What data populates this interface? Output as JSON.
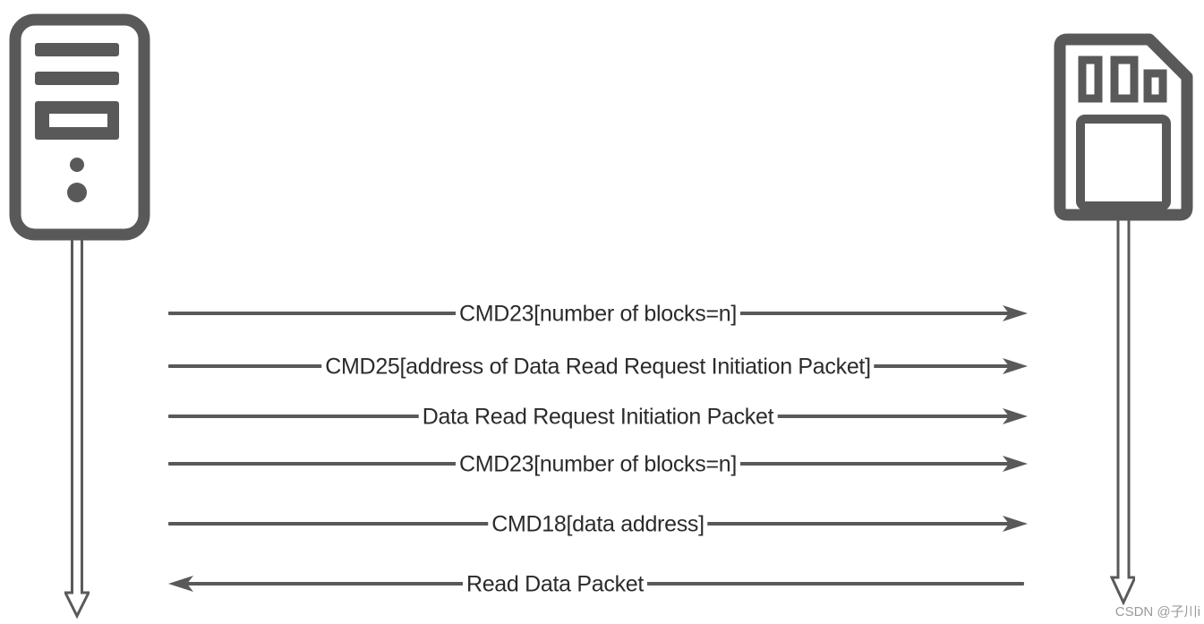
{
  "diagram": {
    "type": "sequence-diagram",
    "actors": [
      {
        "id": "host",
        "icon": "computer-tower-icon",
        "side": "left"
      },
      {
        "id": "sd-card",
        "icon": "sd-card-icon",
        "side": "right"
      }
    ],
    "messages": [
      {
        "label": "CMD23[number of blocks=n]",
        "direction": "left-to-right"
      },
      {
        "label": "CMD25[address of Data Read Request Initiation Packet]",
        "direction": "left-to-right"
      },
      {
        "label": "Data Read Request Initiation Packet",
        "direction": "left-to-right"
      },
      {
        "label": "CMD23[number of blocks=n]",
        "direction": "left-to-right"
      },
      {
        "label": "CMD18[data address]",
        "direction": "left-to-right"
      },
      {
        "label": "Read Data Packet",
        "direction": "right-to-left"
      }
    ],
    "watermark": "CSDN @子川i",
    "colors": {
      "shape": "#595959",
      "text": "#2b2b2b",
      "watermark": "#9b9b9b",
      "background": "#ffffff"
    }
  }
}
